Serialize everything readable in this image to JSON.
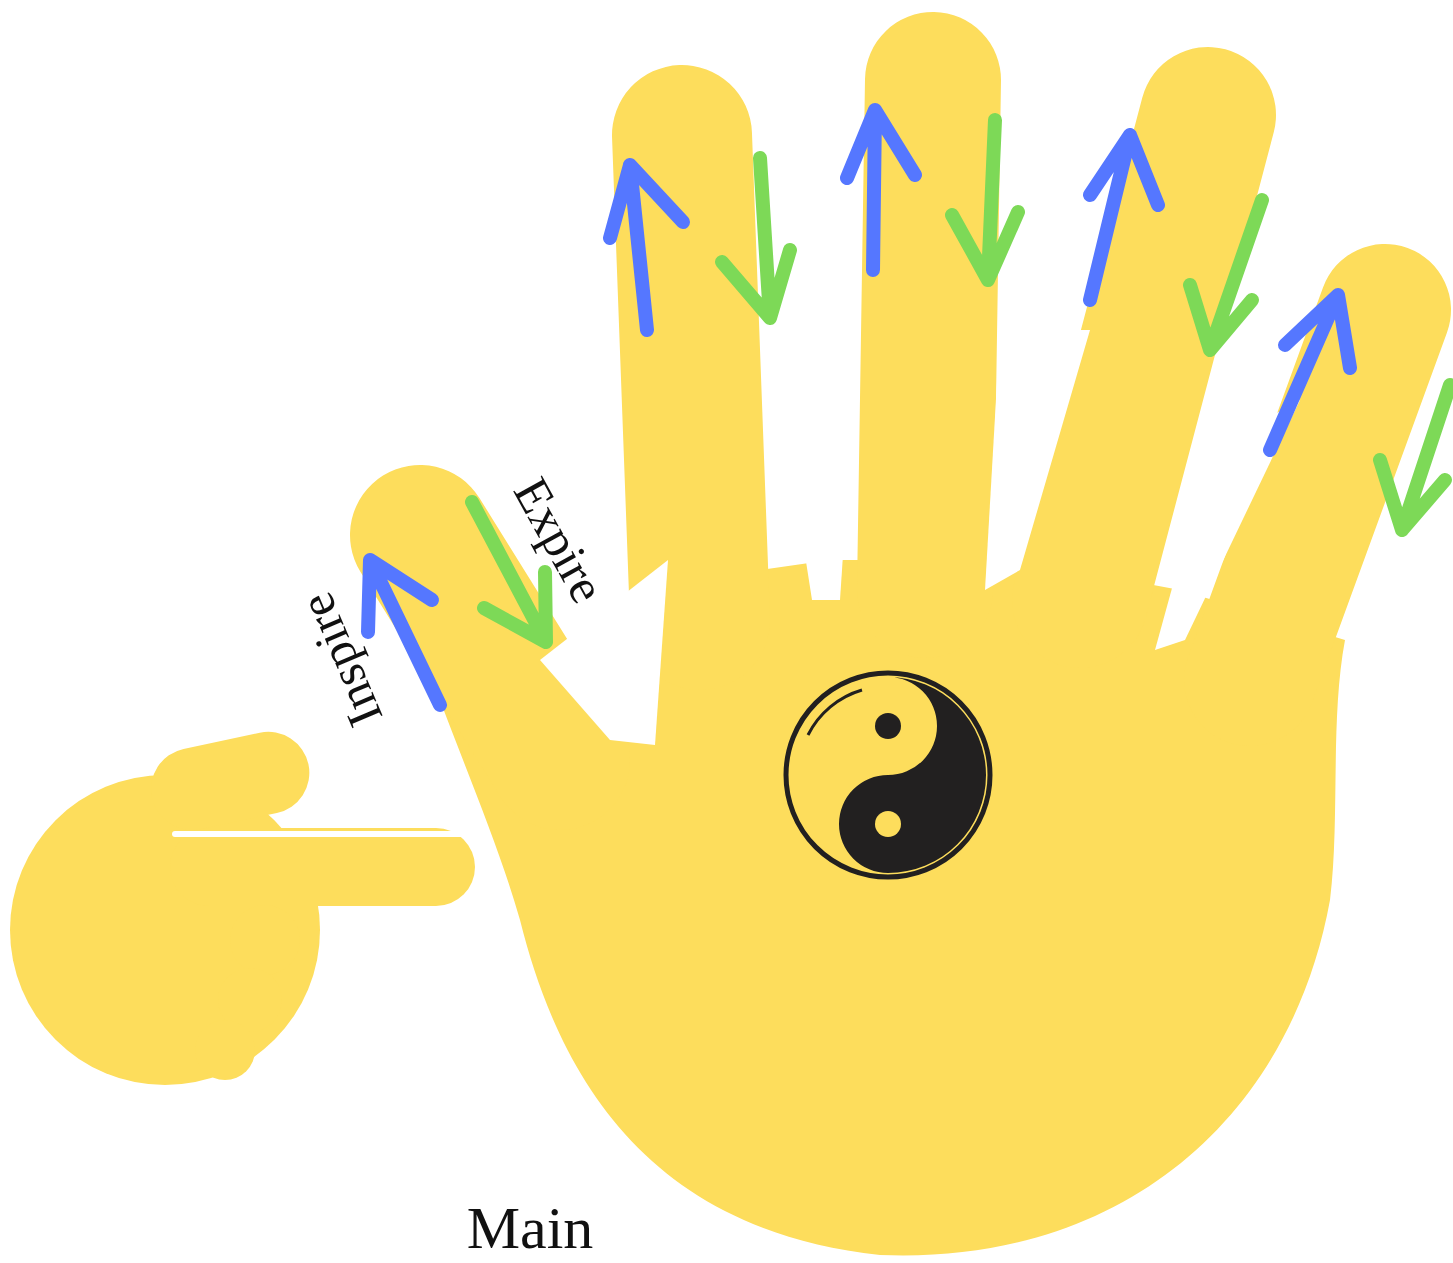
{
  "diagram": {
    "labels": [
      "Inspire",
      "Expire",
      "Main"
    ]
  }
}
